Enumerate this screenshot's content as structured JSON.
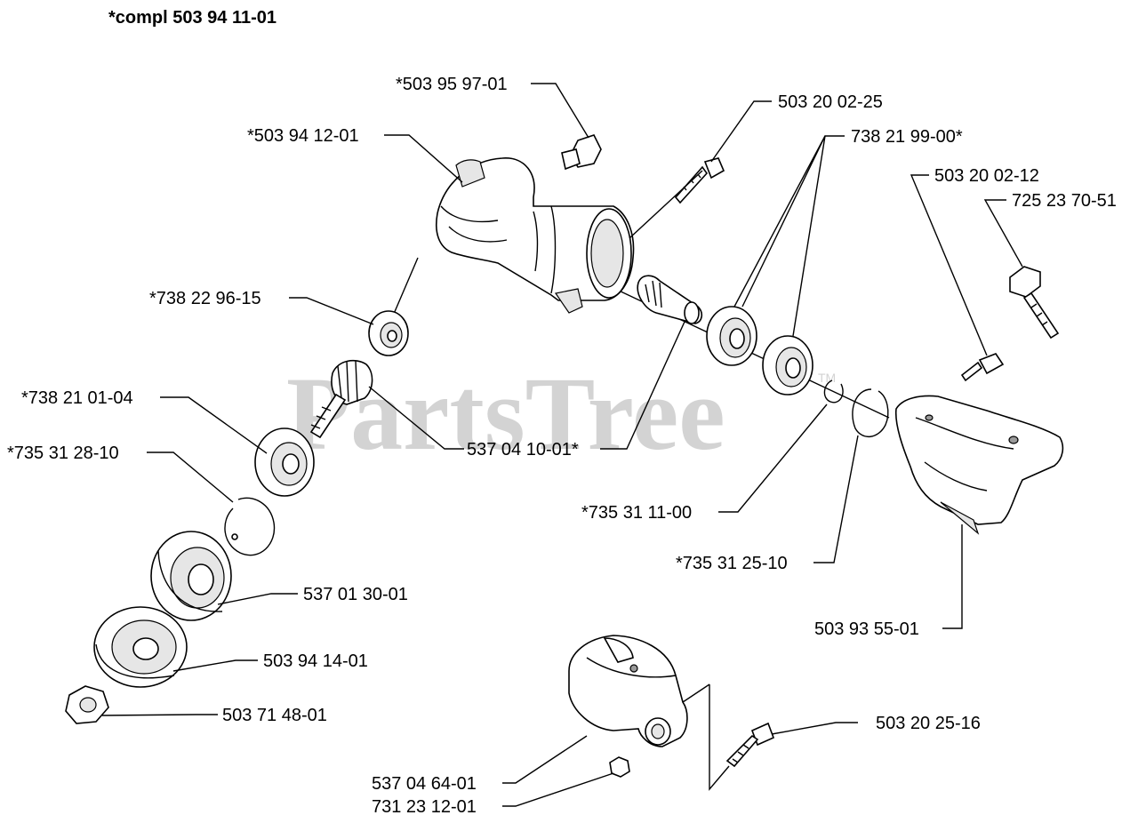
{
  "title": "*compl 503 94 11-01",
  "watermark": "PartsTree",
  "watermark_mark": "TM",
  "labels": {
    "p50395970": "*503 95 97-01",
    "p50394120": "*503 94 12-01",
    "p50320025": "503 20 02-25",
    "p73821990": "738 21 99-00*",
    "p50320012": "503 20 02-12",
    "p72523705": "725 23 70-51",
    "p73822961": "*738 22 96-15",
    "p73821010": "*738 21 01-04",
    "p53704100": "537 04 10-01*",
    "p73531281": "*735 31 28-10",
    "p73531110": "*735 31 11-00",
    "p73531251": "*735 31 25-10",
    "p53701300": "537 01 30-01",
    "p50393550": "503 93 55-01",
    "p50394140": "503 94 14-01",
    "p50371480": "503 71 48-01",
    "p50320251": "503 20 25-16",
    "p53704640": "537 04 64-01",
    "p73123120": "731 23 12-01"
  }
}
